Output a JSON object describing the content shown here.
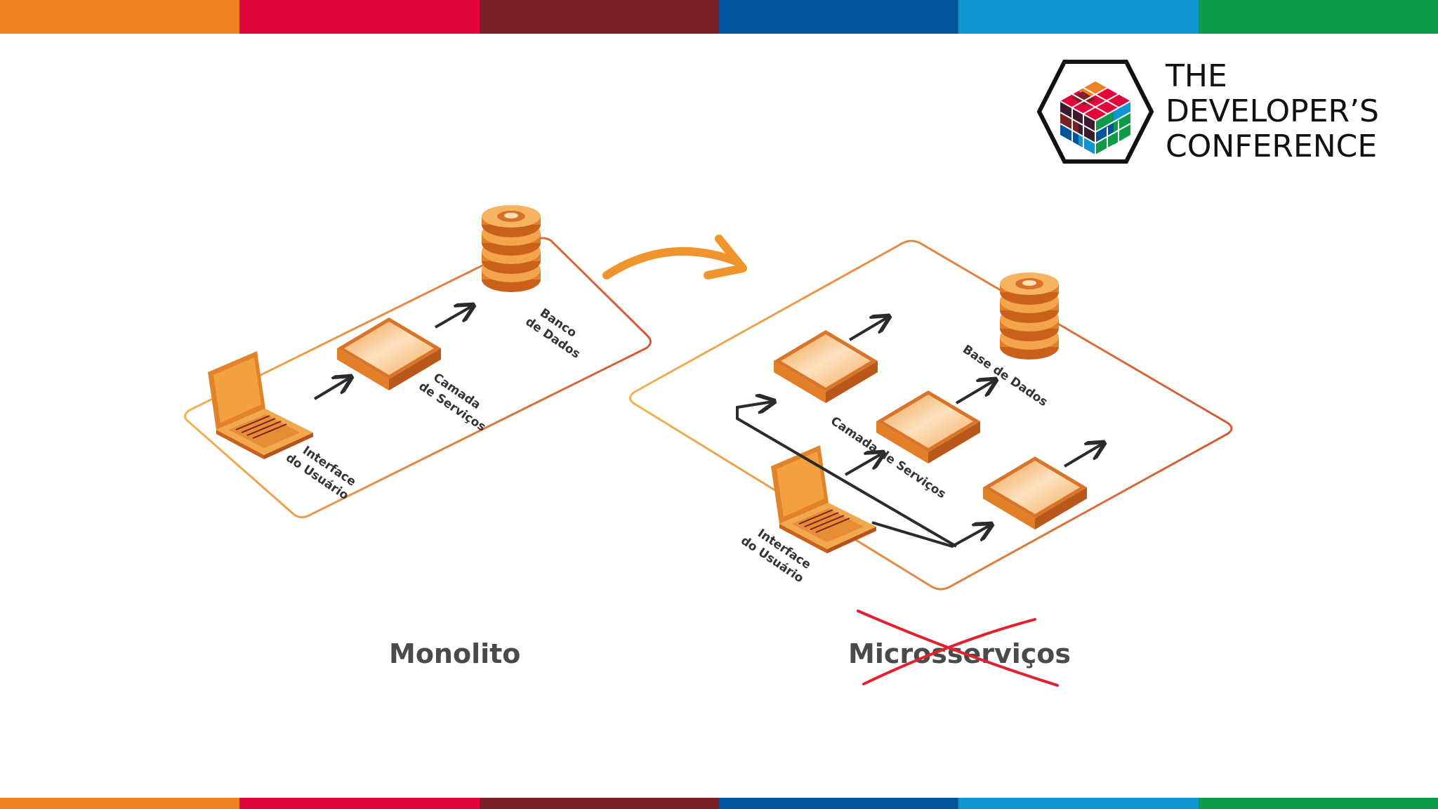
{
  "brand": {
    "line1": "THE",
    "line2": "DEVELOPER’S",
    "line3": "CONFERENCE",
    "stripe_colors": [
      "#ee8120",
      "#e3053a",
      "#7b2126",
      "#00559c",
      "#0f96d2",
      "#0e9b48"
    ]
  },
  "monolith": {
    "caption": "Monolito",
    "db_label_1": "Banco",
    "db_label_2": "de Dados",
    "service_label_1": "Camada",
    "service_label_2": "de Serviços",
    "ui_label_1": "Interface",
    "ui_label_2": "do Usuário"
  },
  "micro": {
    "caption": "Microsserviços",
    "db_label": "Base de Dados",
    "service_label": "Camada de Serviços",
    "ui_label_1": "Interface",
    "ui_label_2": "do Usuário",
    "crossed_out": true
  },
  "colors": {
    "orange": "#f0952d",
    "orange_dark": "#c7641a",
    "cross": "#e0222e",
    "arrow": "#2b2b2b"
  }
}
